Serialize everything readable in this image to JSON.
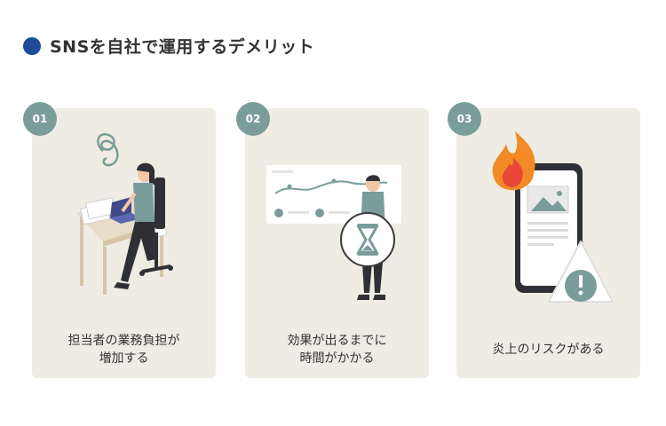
{
  "heading": {
    "title": "SNSを自社で運用するデメリット"
  },
  "cards": [
    {
      "number": "01",
      "line1": "担当者の業務負担が",
      "line2": "増加する"
    },
    {
      "number": "02",
      "line1": "効果が出るまでに",
      "line2": "時間がかかる"
    },
    {
      "number": "03",
      "line1": "炎上のリスクがある"
    }
  ],
  "colors": {
    "accent": "#1f4a9c",
    "badge": "#7a9d9a",
    "card": "#efece4"
  }
}
